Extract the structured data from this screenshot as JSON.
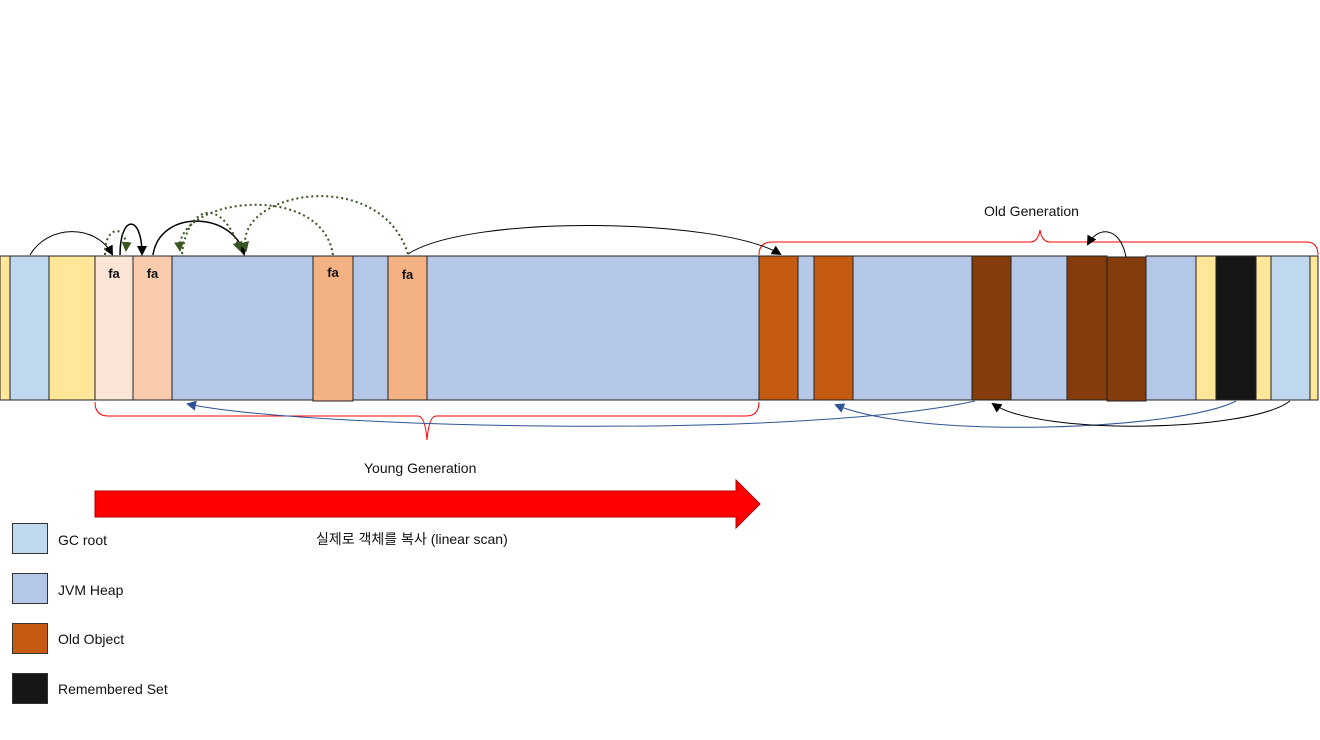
{
  "diagram": {
    "labels": {
      "old_generation": "Old Generation",
      "young_generation": "Young Generation",
      "copy_caption": "실제로 객체를 복사 (linear scan)",
      "forward": "fa"
    },
    "colors": {
      "gc_root": "#c0d8ee",
      "jvm_heap": "#b4c7e7",
      "old_object": "#c55a11",
      "old_object_dark": "#843c0c",
      "remembered_set": "#161616",
      "yellow": "#ffe699",
      "forward_1": "#fbe5d6",
      "forward_2": "#f8cbad",
      "forward_3": "#f4b183",
      "arrow_red": "#ff0000",
      "brace_red": "#ff0000"
    },
    "legend": [
      {
        "label": "GC root",
        "color": "#c0d8ee"
      },
      {
        "label": "JVM Heap",
        "color": "#b4c7e7"
      },
      {
        "label": "Old Object",
        "color": "#c55a11"
      },
      {
        "label": "Remembered Set",
        "color": "#161616"
      }
    ]
  }
}
